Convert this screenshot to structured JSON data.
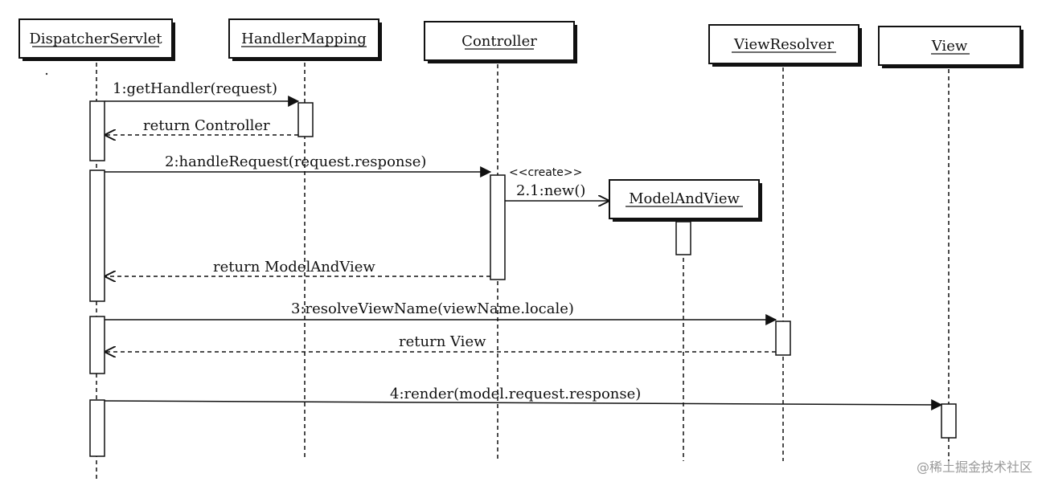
{
  "participants": [
    {
      "id": "dispatcher",
      "label": "DispatcherServlet"
    },
    {
      "id": "handlermapping",
      "label": "HandlerMapping"
    },
    {
      "id": "controller",
      "label": "Controller"
    },
    {
      "id": "viewresolver",
      "label": "ViewResolver"
    },
    {
      "id": "view",
      "label": "View"
    }
  ],
  "created_object": {
    "id": "modelandview",
    "label": "ModelAndView",
    "stereotype": "<<create>>"
  },
  "messages": [
    {
      "id": "m1",
      "label": "1:getHandler(request)",
      "from": "dispatcher",
      "to": "handlermapping",
      "kind": "call"
    },
    {
      "id": "r1",
      "label": "return Controller",
      "from": "handlermapping",
      "to": "dispatcher",
      "kind": "return"
    },
    {
      "id": "m2",
      "label": "2:handleRequest(request.response)",
      "from": "dispatcher",
      "to": "controller",
      "kind": "call"
    },
    {
      "id": "m21",
      "label": "2.1:new()",
      "from": "controller",
      "to": "modelandview",
      "kind": "create"
    },
    {
      "id": "r2",
      "label": "return ModelAndView",
      "from": "controller",
      "to": "dispatcher",
      "kind": "return"
    },
    {
      "id": "m3",
      "label": "3:resolveViewName(viewName.locale)",
      "from": "dispatcher",
      "to": "viewresolver",
      "kind": "call"
    },
    {
      "id": "r3",
      "label": "return View",
      "from": "viewresolver",
      "to": "dispatcher",
      "kind": "return"
    },
    {
      "id": "m4",
      "label": "4:render(model.request.response)",
      "from": "dispatcher",
      "to": "view",
      "kind": "call"
    }
  ],
  "watermark": "@稀土掘金技术社区"
}
